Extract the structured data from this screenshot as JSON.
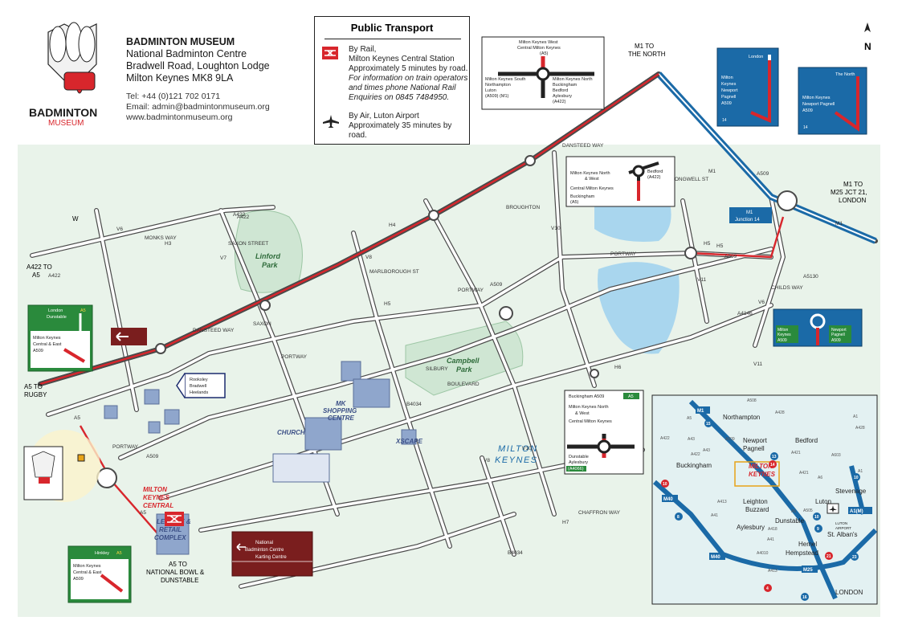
{
  "header": {
    "logo_text_1": "BADMINTON",
    "logo_text_2": "MUSEUM",
    "museum_title": "BADMINTON MUSEUM",
    "address": [
      "National Badminton Centre",
      "Bradwell Road, Loughton Lodge",
      "Milton Keynes MK8 9LA"
    ],
    "contact": [
      "Tel: +44 (0)121 702 0171",
      "Email: admin@badmintonmuseum.org",
      "www.badmintonmuseum.org"
    ]
  },
  "public_transport": {
    "title": "Public Transport",
    "rail_heading": "By Rail,",
    "rail_station": "Milton Keynes Central Station",
    "rail_time": "Approximately 5 minutes by road.",
    "rail_info": [
      "For information on train operators",
      "and times phone National Rail",
      "Enquiries on 0845 7484950."
    ],
    "air_heading": "By Air, Luton Airport",
    "air_time": [
      "Approximately 35 minutes by",
      "road."
    ]
  },
  "compass": "N",
  "edge_labels": {
    "m1_north": [
      "M1 TO",
      "THE NORTH"
    ],
    "m1_london": [
      "M1 TO",
      "M25 JCT 21,",
      "LONDON"
    ],
    "a422_a5": [
      "A422 TO",
      "A5"
    ],
    "a5_rugby": [
      "A5 TO",
      "RUGBY"
    ],
    "a5_bowl": [
      "A5 TO",
      "NATIONAL BOWL &",
      "DUNSTABLE"
    ],
    "w": "W"
  },
  "signs": {
    "top_center": {
      "top": [
        "Milton Keynes West",
        "Central Milton Keynes",
        "(A5)"
      ],
      "left": [
        "Milton Keynes South",
        "Northampton",
        "Luton",
        "(A509) (M1)"
      ],
      "right": [
        "Milton Keynes North",
        "Buckingham",
        "Bedford",
        "Aylesbury",
        "(A422)"
      ]
    },
    "bedford_rb": {
      "left": [
        "Milton Keynes North",
        "& West",
        "Central Milton Keynes",
        "Buckingham",
        "(A5)"
      ],
      "right": [
        "Bedford",
        "(A422)"
      ]
    },
    "london_sign": {
      "top": "London",
      "lines": [
        "Milton",
        "Keynes",
        "Newport",
        "Pagnell",
        "A509"
      ],
      "jn": "14"
    },
    "north_sign": {
      "top": "The North",
      "lines": [
        "Milton Keynes",
        "Newport Pagnell",
        "A509"
      ],
      "jn": "14"
    },
    "m1_junction": [
      "M1",
      "Junction 14"
    ],
    "rb_sign": {
      "left": [
        "Milton",
        "Keynes"
      ],
      "left_road": "A509",
      "right": [
        "Newport",
        "Pagnell"
      ],
      "right_road": "A509"
    },
    "left_london": {
      "top": "London",
      "top2": "Dunstable",
      "road": "A5",
      "lines": [
        "Milton Keynes",
        "Central & East",
        "A509"
      ]
    },
    "rooksley": [
      "Rooksley",
      "Bradwell",
      "Heelands"
    ],
    "hinkley": {
      "top": "Hinkley",
      "road": "A5",
      "lines": [
        "Milton Keynes",
        "Central & East",
        "A509"
      ]
    },
    "national_centre": {
      "lines": [
        "National",
        "Badminton Centre"
      ],
      "karting": "Karting Centre"
    },
    "buckingham": {
      "top": "Buckingham A509",
      "top_road": "A5",
      "left": [
        "Milton Keynes North",
        "& West",
        "Central Milton Keynes"
      ],
      "bottom": [
        "Dunstable",
        "Aylesbury"
      ],
      "bottom_road": "(A4066)"
    }
  },
  "map_labels": {
    "linford_park": [
      "Linford",
      "Park"
    ],
    "campbell_park": [
      "Campbell",
      "Park"
    ],
    "mk_shopping": [
      "MK",
      "SHOPPING",
      "CENTRE"
    ],
    "church": "CHURCH",
    "xscape": "XSCAPE",
    "milton_keynes": [
      "MILTON",
      "KEYNES"
    ],
    "mk_central": [
      "MILTON",
      "KEYNES",
      "CENTRAL"
    ],
    "leisure": [
      "LEISURE &",
      "RETAIL",
      "COMPLEX"
    ]
  },
  "road_labels": [
    "A422",
    "H3",
    "MONKS WAY",
    "A422",
    "V6",
    "V7",
    "SAXON STREET",
    "H4",
    "DANSTEED WAY",
    "V8",
    "MARLBOROUGH ST",
    "H5",
    "PORTWAY",
    "A509",
    "V10",
    "BROUGHTON",
    "H5",
    "A509",
    "PORTWAY",
    "A5130",
    "CHILDS WAY",
    "A4146",
    "V11",
    "H6",
    "V6",
    "A509",
    "PORTWAY",
    "A5",
    "BOULEVARD",
    "SILBURY",
    "H7",
    "CHAFFRON WAY",
    "V8",
    "V10",
    "A5",
    "B4034",
    "B4034",
    "M1",
    "A509",
    "M1",
    "H5",
    "PORTWAY",
    "DANSTEED WAY",
    "A422",
    "V11",
    "SAXON",
    "TONGWELL ST"
  ],
  "inset": {
    "places": [
      "Northampton",
      "Newport",
      "Pagnell",
      "Bedford",
      "Buckingham",
      "MILTON",
      "KEYNES",
      "Leighton",
      "Buzzard",
      "Dunstable",
      "Luton",
      "Stevenage",
      "Aylesbury",
      "St. Alban's",
      "Hemel",
      "Hempstead",
      "LONDON",
      "LUTON",
      "AIRPORT"
    ],
    "motorways": [
      "M1",
      "M40",
      "M40",
      "M25",
      "A1(M)"
    ],
    "roads": [
      "A508",
      "A5",
      "A428",
      "A1",
      "A422",
      "A43",
      "A509",
      "A428",
      "A43",
      "A422",
      "A603",
      "A421",
      "A421",
      "A6",
      "A413",
      "A5",
      "A505",
      "A41",
      "A418",
      "A41",
      "A4010",
      "A413",
      "A1"
    ],
    "junctions": [
      "15",
      "13",
      "14",
      "10",
      "10",
      "9",
      "8",
      "21",
      "23",
      "10",
      "4",
      "16"
    ]
  },
  "colors": {
    "road_red": "#d8262c",
    "sign_blue": "#1b6aa7",
    "sign_green": "#2a8a3c",
    "sign_brown": "#7a1e1e",
    "park_green": "#cfe6d3",
    "lake_blue": "#a9d6ee",
    "map_bg": "#e9f3ea"
  }
}
